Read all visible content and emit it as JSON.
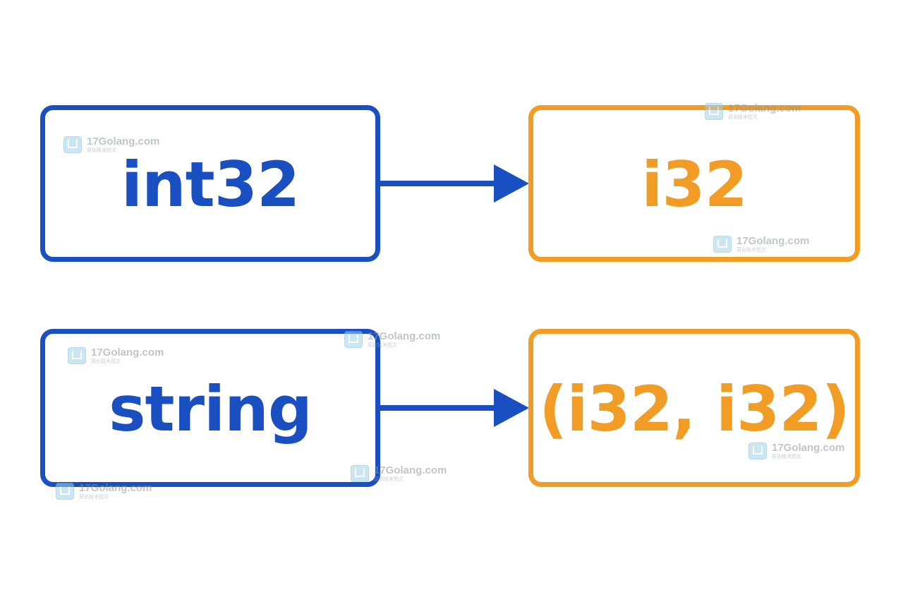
{
  "colors": {
    "source": "#1a4fc2",
    "target": "#f19c24",
    "background": "#ffffff"
  },
  "mappings": [
    {
      "source": "int32",
      "target": "i32"
    },
    {
      "source": "string",
      "target": "(i32, i32)"
    }
  ],
  "watermark": {
    "text": "17Golang.com",
    "subtext": "原创技术图文",
    "icon": "watermark-logo-icon"
  }
}
